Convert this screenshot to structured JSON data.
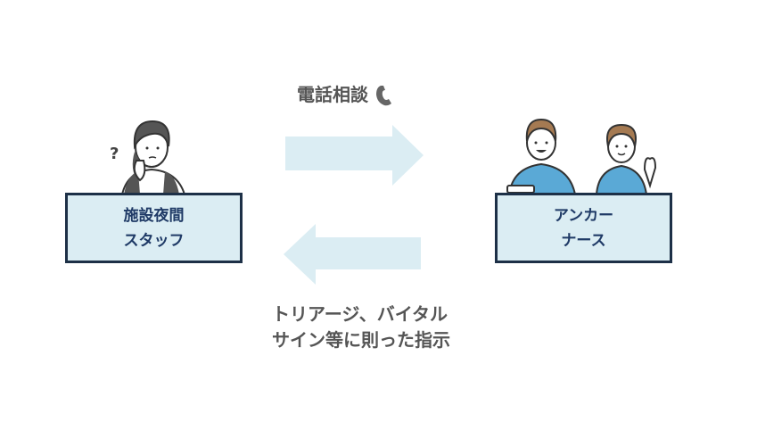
{
  "left_box": {
    "line1": "施設夜間",
    "line2": "スタッフ"
  },
  "right_box": {
    "line1": "アンカー",
    "line2": "ナース"
  },
  "top_label": "電話相談",
  "bottom_label": {
    "line1": "トリアージ、バイタル",
    "line2": "サイン等に則った指示"
  },
  "icons": {
    "phone": "phone-icon",
    "question": "?"
  },
  "colors": {
    "arrow": "#dbedf3",
    "box_fill": "#dbedf3",
    "box_border": "#1d3047",
    "box_text": "#1f3a66",
    "label_text": "#555555"
  }
}
